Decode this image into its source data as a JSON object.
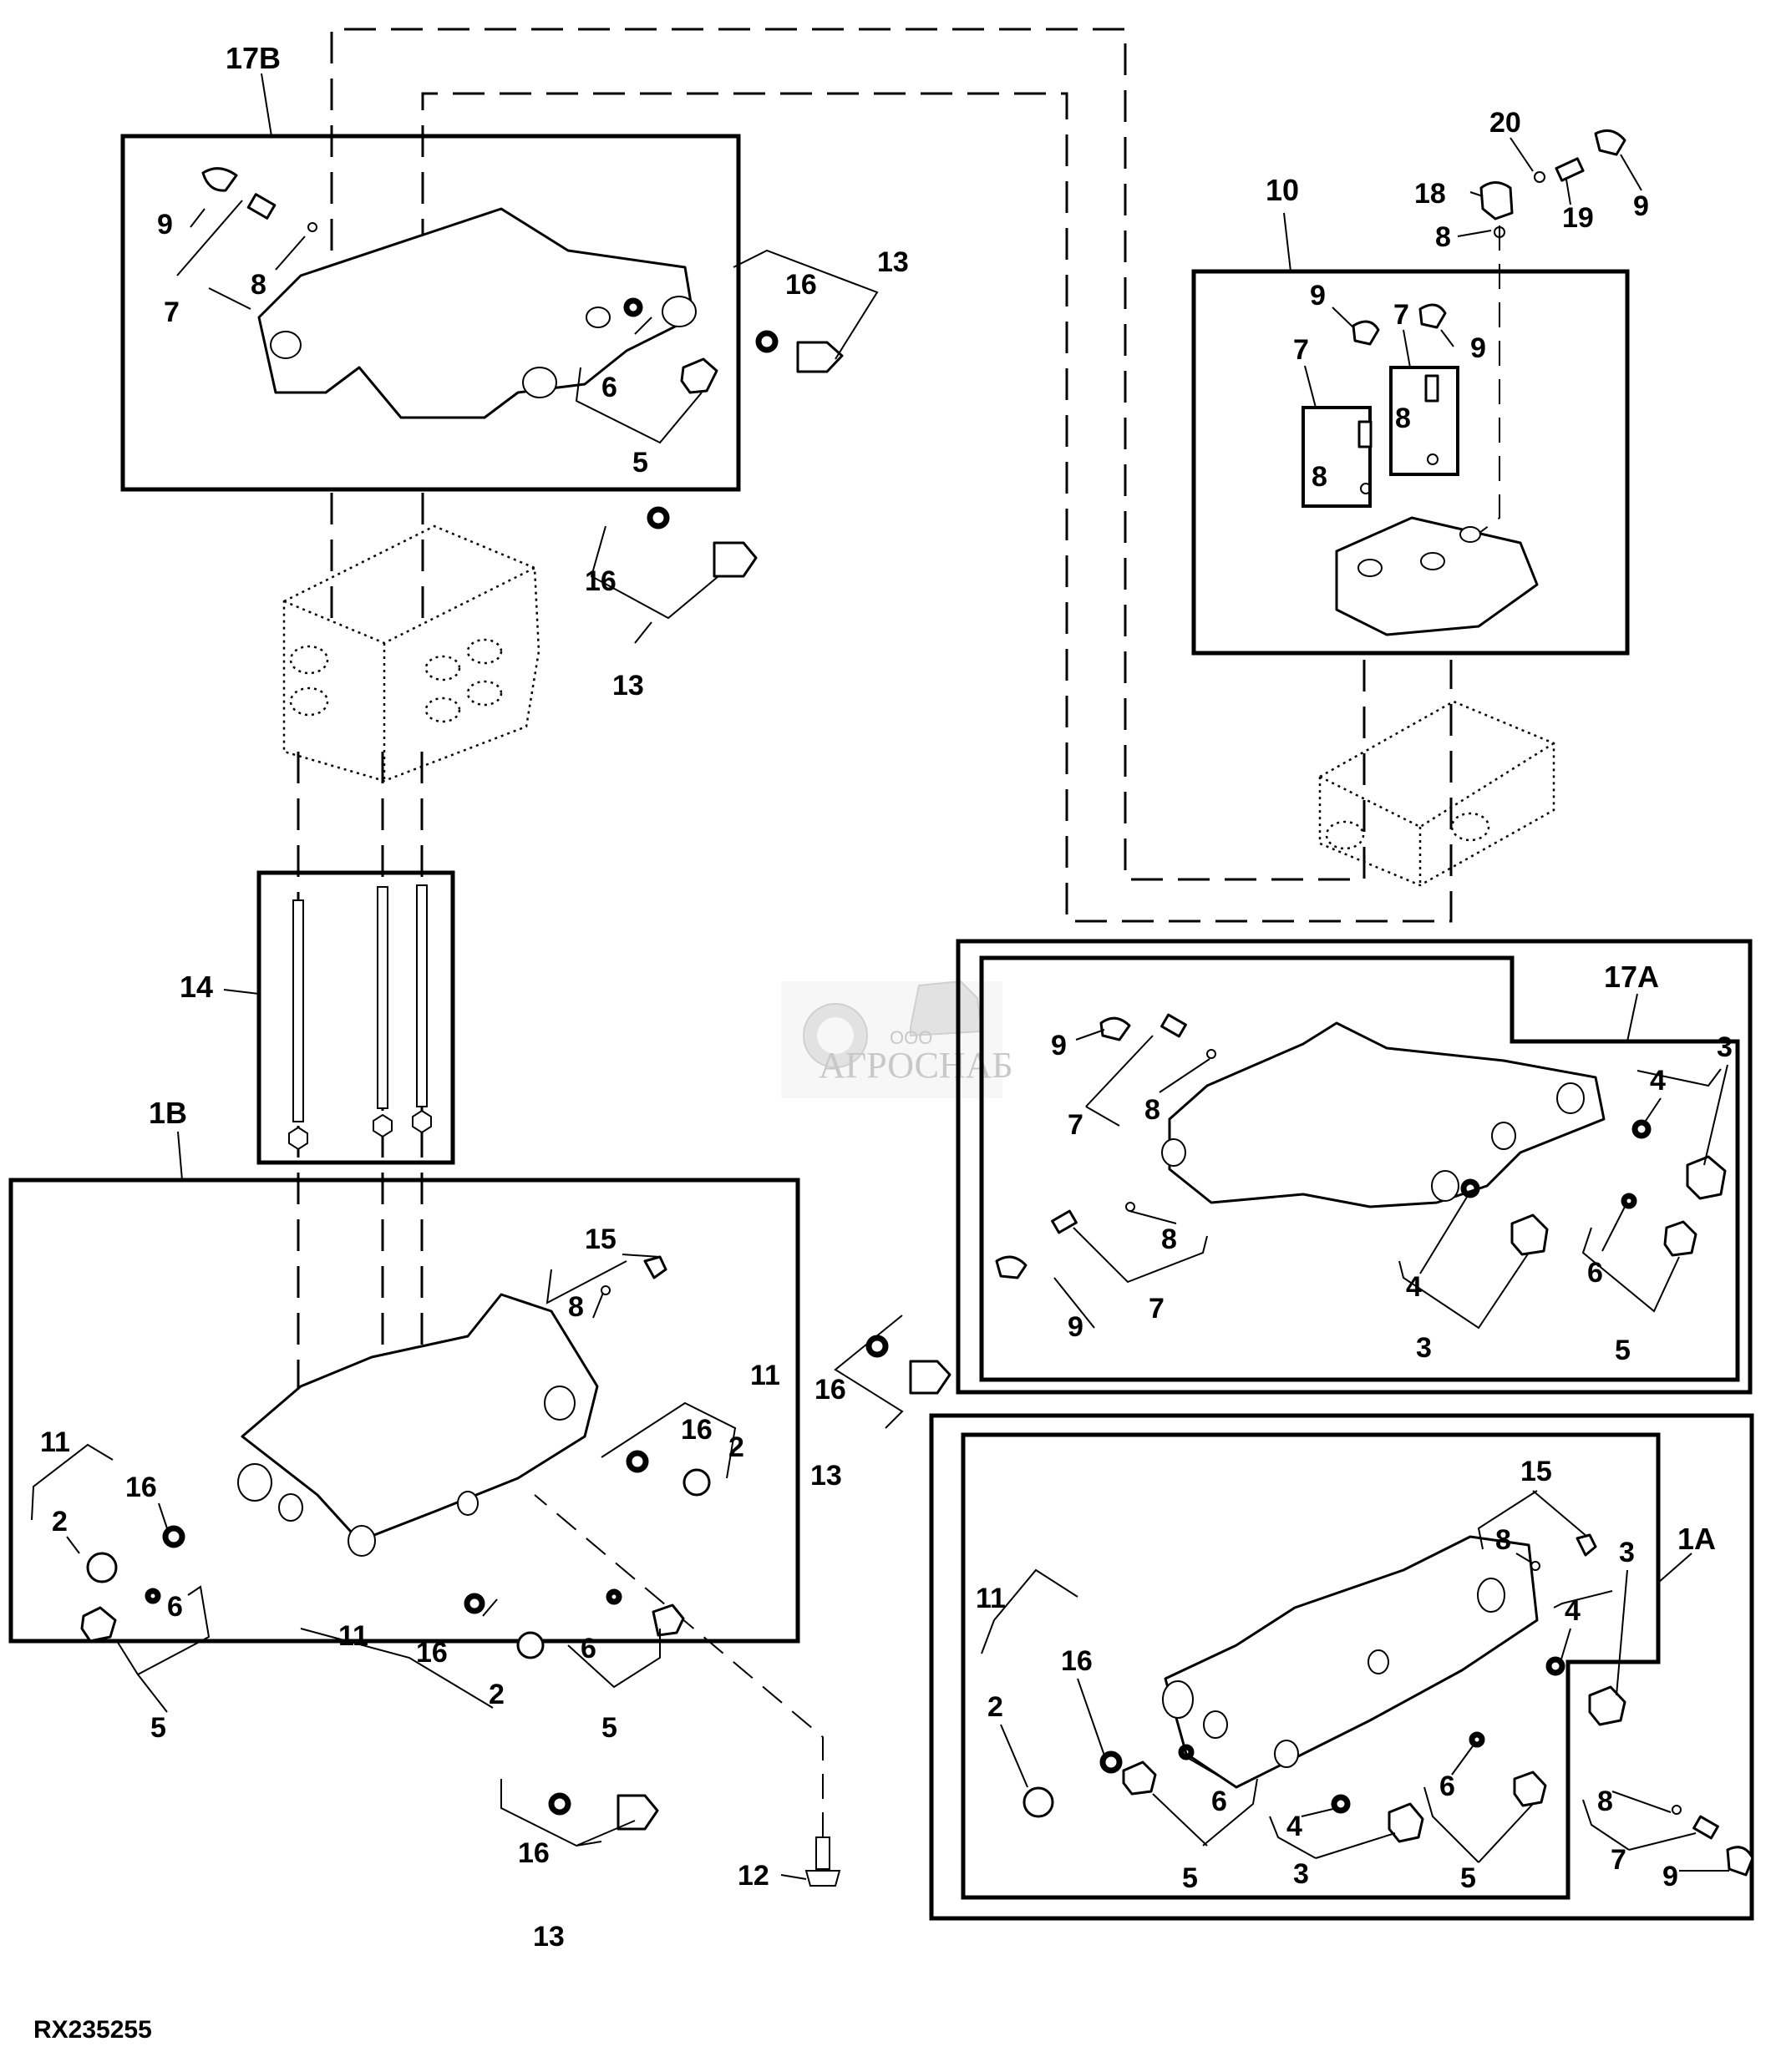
{
  "figure": {
    "reference_number": "RX235255",
    "watermark": {
      "company_prefix": "ООО",
      "company_name": "АГРОСНАБ"
    }
  },
  "groups": {
    "g17b": {
      "label": "17B"
    },
    "g10": {
      "label": "10"
    },
    "g14": {
      "label": "14"
    },
    "g1b": {
      "label": "1B"
    },
    "g17a": {
      "label": "17A"
    },
    "g1a": {
      "label": "1A"
    }
  },
  "callouts": {
    "c17b": [
      "9",
      "7",
      "8",
      "16",
      "13",
      "6",
      "5"
    ],
    "c17b_ext": [
      "16",
      "13"
    ],
    "c10": [
      "20",
      "18",
      "19",
      "9",
      "8",
      "9",
      "7",
      "9",
      "7",
      "8",
      "8"
    ],
    "c1b": [
      "15",
      "8",
      "11",
      "16",
      "2",
      "11",
      "16",
      "2",
      "16",
      "13",
      "6",
      "5",
      "11",
      "16",
      "2",
      "6",
      "5"
    ],
    "c1b_ext": [
      "16",
      "13",
      "12"
    ],
    "c17a": [
      "9",
      "7",
      "8",
      "3",
      "4",
      "8",
      "7",
      "9",
      "4",
      "3",
      "6",
      "5"
    ],
    "c1a": [
      "15",
      "8",
      "3",
      "4",
      "11",
      "16",
      "2",
      "6",
      "5",
      "4",
      "3",
      "6",
      "5",
      "8",
      "7",
      "9"
    ]
  }
}
